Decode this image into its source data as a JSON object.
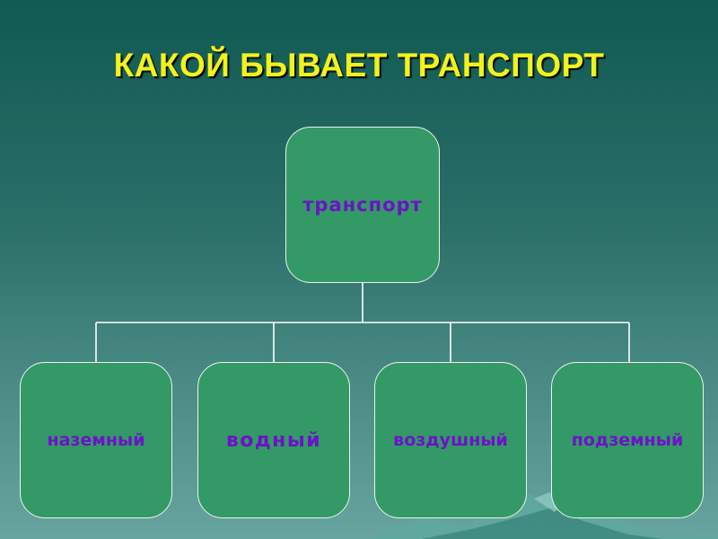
{
  "slide": {
    "title": "КАКОЙ БЫВАЕТ ТРАНСПОРТ"
  },
  "diagram": {
    "root": {
      "label": "транспорт"
    },
    "children": [
      {
        "label": "наземный"
      },
      {
        "label": "водный"
      },
      {
        "label": "воздушный"
      },
      {
        "label": "подземный"
      }
    ]
  },
  "colors": {
    "title": "#f2f21c",
    "node_fill": "#339966",
    "node_text": "#6d12c9",
    "connector": "#ffffff"
  }
}
